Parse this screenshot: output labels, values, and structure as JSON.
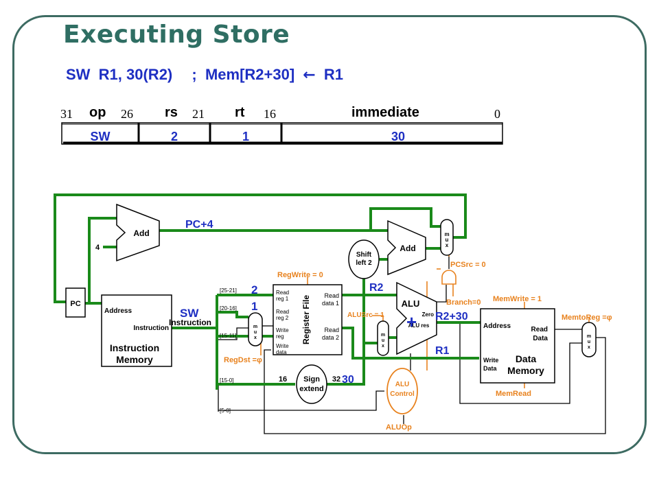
{
  "slide": {
    "title": "Executing Store",
    "subtitle": {
      "instruction": "SW  R1, 30(R2)",
      "comment": ";  Mem[R2+30]",
      "arrow": "←",
      "dest": "R1"
    }
  },
  "format": {
    "bits": [
      "31",
      "26",
      "21",
      "16",
      "0"
    ],
    "field_names": [
      "op",
      "rs",
      "rt",
      "immediate"
    ],
    "values": [
      "SW",
      "2",
      "1",
      "30"
    ]
  },
  "datapath": {
    "blocks": {
      "pc": "PC",
      "add_pc": "Add",
      "add_branch": "Add",
      "four": "4",
      "shift_left": [
        "Shift",
        "left 2"
      ],
      "instr_mem": {
        "address": "Address",
        "instruction": "Instruction",
        "name": [
          "Instruction",
          "Memory"
        ]
      },
      "instruction_out": "Instruction",
      "reg_file": {
        "read_reg1": [
          "Read",
          "reg 1"
        ],
        "read_reg2": [
          "Read",
          "reg 2"
        ],
        "write_reg": [
          "Write",
          "reg"
        ],
        "write_data": [
          "Write",
          "data"
        ],
        "read_data1": [
          "Read",
          "data 1"
        ],
        "read_data2": [
          "Read",
          "data 2"
        ],
        "name": "Register File"
      },
      "alu": {
        "name": "ALU",
        "zero": "Zero",
        "res": "ALU res"
      },
      "sign_extend": [
        "Sign",
        "extend"
      ],
      "alu_control": [
        "ALU",
        "Control"
      ],
      "data_mem": {
        "address": "Address",
        "read_data": [
          "Read",
          "Data"
        ],
        "write_data": [
          "Write",
          "Data"
        ],
        "name": [
          "Data",
          "Memory"
        ]
      },
      "mux_letters": [
        "m",
        "u",
        "x"
      ]
    },
    "field_labels": [
      "[25-21]",
      "[20-16]",
      "[15-11]",
      "[15-0]",
      "[5-0]"
    ],
    "widths": {
      "in": "16",
      "out": "32"
    },
    "annotations": {
      "pc_plus_4": "PC+4",
      "sw": "SW",
      "rs_val": "2",
      "rt_val": "1",
      "r2": "R2",
      "plus": "+",
      "r2_plus_30": "R2+30",
      "r1": "R1",
      "imm": "30"
    },
    "controls": {
      "regwrite": "RegWrite = 0",
      "regdst": "RegDst =φ",
      "alusrc": "ALUSrc = 1",
      "pcsrc": "PCSrc = 0",
      "branch": "Branch=0",
      "memwrite": "MemWrite = 1",
      "memtoreg": "MemtoReg =φ",
      "memread": "MemRead",
      "aluop": "ALUOp"
    }
  },
  "colors": {
    "title": "#2f6e63",
    "subtitle": "#1e2fc2",
    "datapath_active": "#1a8a1a",
    "control": "#e8821e",
    "frame": "#3d6b62"
  }
}
